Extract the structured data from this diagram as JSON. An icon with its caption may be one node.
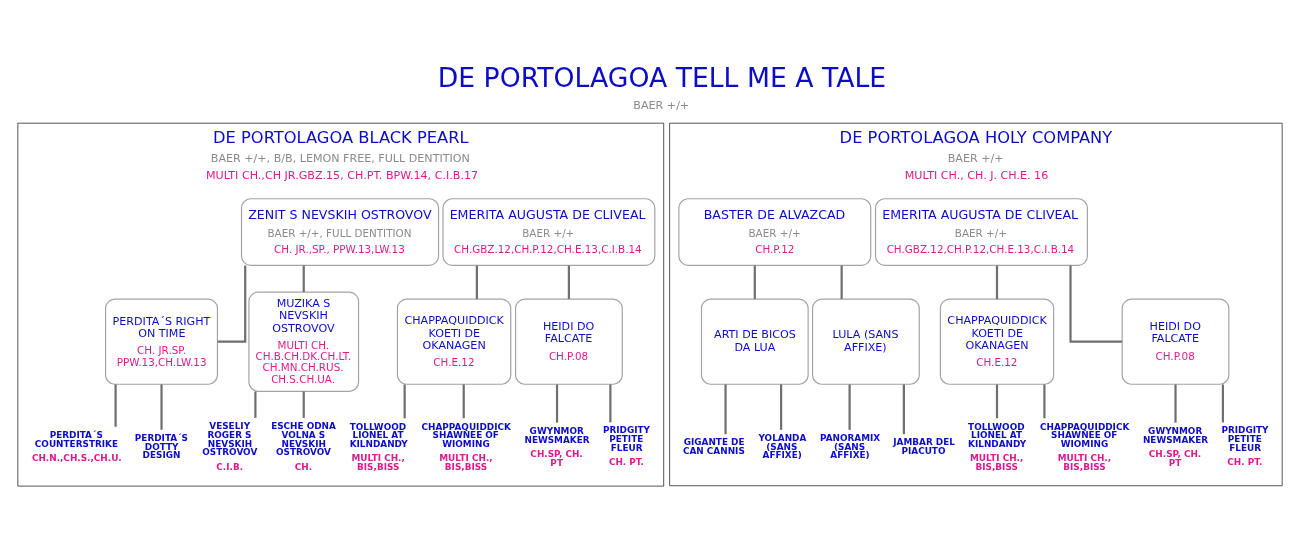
{
  "diagram": {
    "nodes": [
      {
        "text": [
          "DE PORTOLAGOA TELL ME A TALE",
          "BAER +/+"
        ]
      },
      {
        "text": [
          "DE PORTOLAGOA BLACK PEARL",
          "BAER +/+, B/B, LEMON FREE, FULL DENTITION",
          "MULTI CH.,CH JR.GBZ.15, CH.PT. BPW.14, C.I.B.17"
        ]
      },
      {
        "text": [
          "ZENIT S NEVSKIH OSTROVOV",
          "BAER +/+, FULL DENTITION",
          "CH. JR.,SP., PPW.13,LW.13"
        ],
        "in": 1
      },
      {
        "text": [
          "EMERITA AUGUSTA DE CLIVEAL",
          "BAER +/+",
          "CH.GBZ.12,CH.P.12,CH.E.13,C.I.B.14"
        ],
        "in": 1
      },
      {
        "text": [
          "PERDITA´S RIGHT ON TIME",
          "CH. JR.SP. PPW.13,CH.LW.13"
        ],
        "in": 1
      },
      {
        "text": [
          "MUZIKA S NEVSKIH OSTROVOV",
          "MULTI CH. CH.B.CH.DK.CH.LT. CH.MN.CH.RUS. CH.S.CH.UA."
        ],
        "in": 1
      },
      {
        "text": [
          "CHAPPAQUIDDICK KOETI DE OKANAGEN",
          "CH.E.12"
        ],
        "in": 1
      },
      {
        "text": [
          "HEIDI DO FALCATE",
          "CH.P.08"
        ],
        "in": 1
      },
      {
        "text": [
          "PERDITA´S COUNTERSTRIKE",
          "CH.N.,CH.S.,CH.U."
        ],
        "in": 1
      },
      {
        "text": [
          "PERDITA´S DOTTY DESIGN"
        ],
        "in": 1
      },
      {
        "text": [
          "VESELIY ROGER S NEVSKIH OSTROVOV",
          "C.I.B."
        ],
        "in": 1
      },
      {
        "text": [
          "ESCHE ODNA VOLNA S NEVSKIH OSTROVOV",
          "CH."
        ],
        "in": 1
      },
      {
        "text": [
          "TOLLWOOD LIONEL AT KILNDANDY",
          "MULTI CH., BIS,BISS"
        ],
        "in": 1
      },
      {
        "text": [
          "CHAPPAQUIDDICK SHAWNEE OF WIOMING",
          "MULTI CH., BIS,BISS"
        ],
        "in": 1
      },
      {
        "text": [
          "GWYNMOR NEWSMAKER",
          "CH.SP, CH. PT"
        ],
        "in": 1
      },
      {
        "text": [
          "PRIDGITY PETITE FLEUR",
          "CH. PT."
        ],
        "in": 1
      },
      {
        "text": [
          "DE PORTOLAGOA HOLY COMPANY",
          "BAER +/+",
          "MULTI CH., CH. J. CH.E. 16"
        ]
      },
      {
        "text": [
          "BASTER DE ALVAZCAD",
          "BAER +/+",
          "CH.P.12"
        ],
        "in": 16
      },
      {
        "text": [
          "EMERITA AUGUSTA DE CLIVEAL",
          "BAER +/+",
          "CH.GBZ.12,CH.P.12,CH.E.13,C.I.B.14"
        ],
        "in": 16
      },
      {
        "text": [
          "ARTI DE BICOS DA LUA"
        ],
        "in": 16
      },
      {
        "text": [
          "LULA (SANS AFFIXE)"
        ],
        "in": 16
      },
      {
        "text": [
          "CHAPPAQUIDDICK KOETI DE OKANAGEN",
          "CH.E.12"
        ],
        "in": 16
      },
      {
        "text": [
          "HEIDI DO FALCATE",
          "CH.P.08"
        ],
        "in": 16
      },
      {
        "text": [
          "GIGANTE DE CAN CANNIS"
        ],
        "in": 16
      },
      {
        "text": [
          "YOLANDA (SANS AFFIXE)"
        ],
        "in": 16
      },
      {
        "text": [
          "PANORAMIX (SANS AFFIXE)"
        ],
        "in": 16
      },
      {
        "text": [
          "JAMBAR DEL PIACUTO"
        ],
        "in": 16
      },
      {
        "text": [
          "TOLLWOOD LIONEL AT KILNDANDY",
          "MULTI CH., BIS,BISS"
        ],
        "in": 16
      },
      {
        "text": [
          "CHAPPAQUIDDICK SHAWNEE OF WIOMING",
          "MULTI CH., BIS,BISS"
        ],
        "in": 16
      },
      {
        "text": [
          "GWYNMOR NEWSMAKER",
          "CH.SP, CH. PT"
        ],
        "in": 16
      },
      {
        "text": [
          "PRIDGITY PETITE FLEUR",
          "CH. PT."
        ],
        "in": 16
      }
    ],
    "edges": [
      {
        "from": 2,
        "to": 4,
        "arrow": "none"
      },
      {
        "from": 2,
        "to": 5,
        "arrow": "none"
      },
      {
        "from": 3,
        "to": 6,
        "arrow": "none"
      },
      {
        "from": 3,
        "to": 7,
        "arrow": "none"
      },
      {
        "from": 4,
        "to": 8,
        "arrow": "none"
      },
      {
        "from": 4,
        "to": 9,
        "arrow": "none"
      },
      {
        "from": 5,
        "to": 10,
        "arrow": "none"
      },
      {
        "from": 5,
        "to": 11,
        "arrow": "none"
      },
      {
        "from": 6,
        "to": 12,
        "arrow": "none"
      },
      {
        "from": 6,
        "to": 13,
        "arrow": "none"
      },
      {
        "from": 7,
        "to": 14,
        "arrow": "none"
      },
      {
        "from": 7,
        "to": 15,
        "arrow": "none"
      },
      {
        "from": 17,
        "to": 19,
        "arrow": "none"
      },
      {
        "from": 17,
        "to": 20,
        "arrow": "none"
      },
      {
        "from": 18,
        "to": 21,
        "arrow": "none"
      },
      {
        "from": 18,
        "to": 22,
        "arrow": "none"
      },
      {
        "from": 19,
        "to": 23,
        "arrow": "none"
      },
      {
        "from": 19,
        "to": 24,
        "arrow": "none"
      },
      {
        "from": 20,
        "to": 25,
        "arrow": "none"
      },
      {
        "from": 20,
        "to": 26,
        "arrow": "none"
      },
      {
        "from": 21,
        "to": 27,
        "arrow": "none"
      },
      {
        "from": 21,
        "to": 28,
        "arrow": "none"
      },
      {
        "from": 22,
        "to": 29,
        "arrow": "none"
      },
      {
        "from": 22,
        "to": 30,
        "arrow": "none"
      }
    ]
  }
}
